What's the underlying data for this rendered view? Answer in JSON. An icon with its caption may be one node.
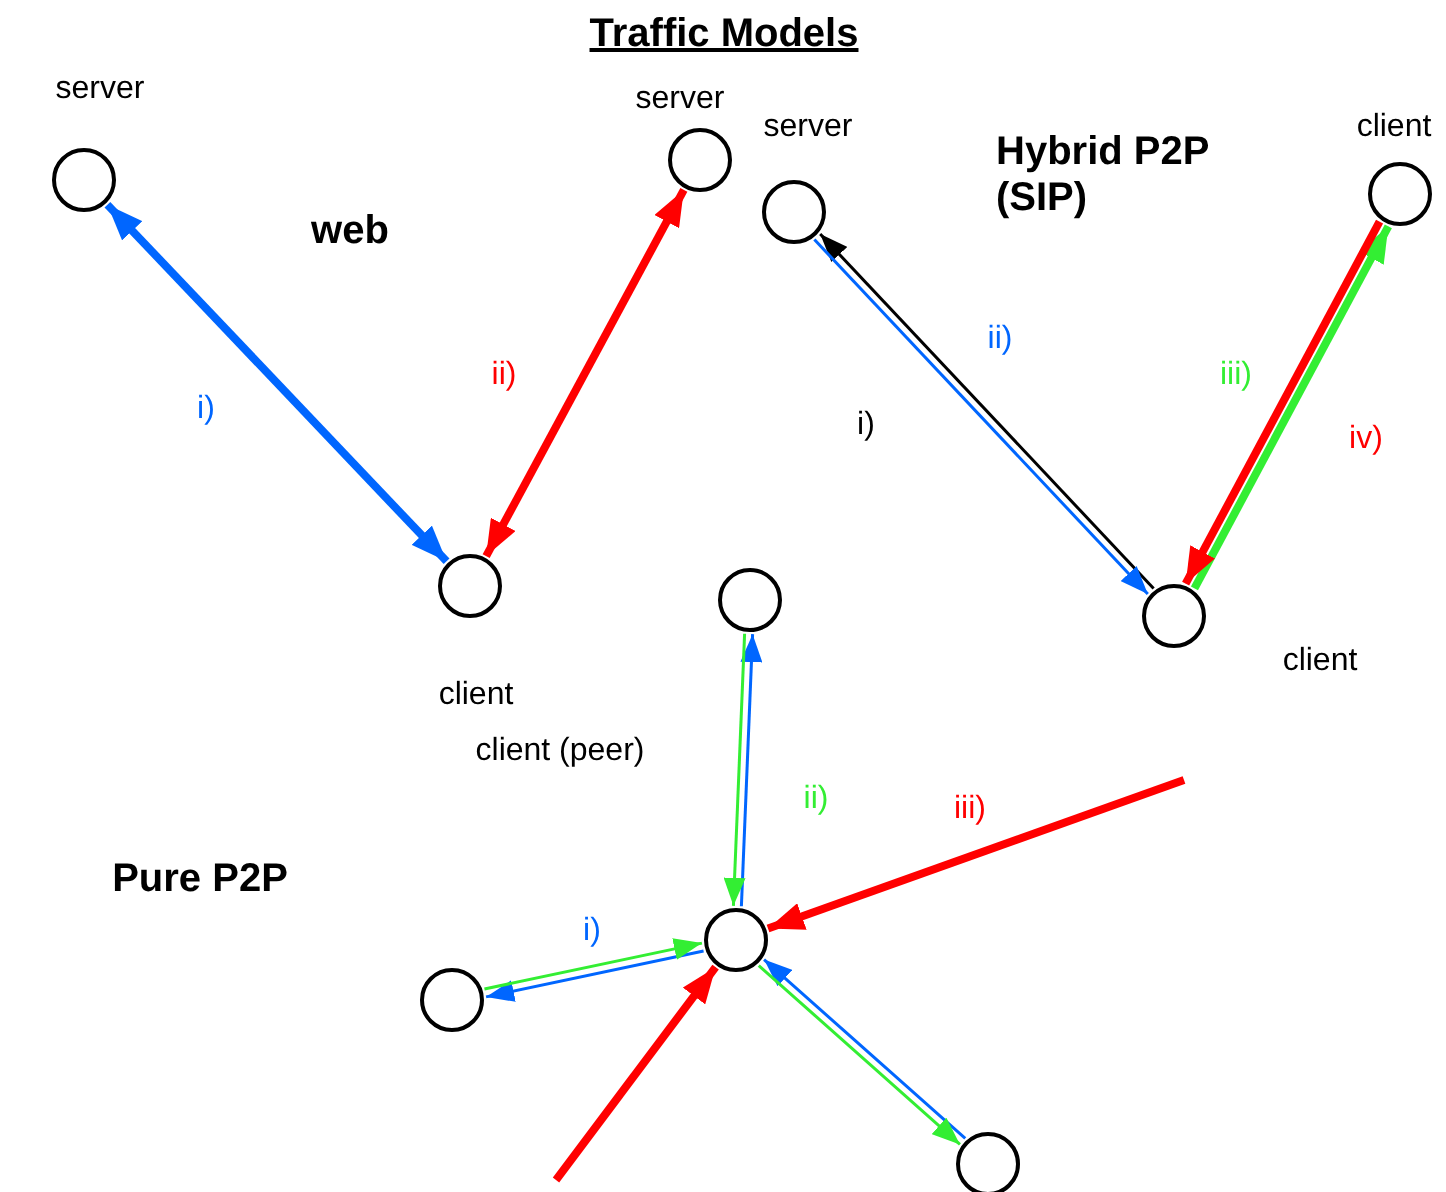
{
  "diagram": {
    "title": "Traffic Models",
    "nodes": [
      {
        "text": [],
        "shape": "circle",
        "beside": [
          "server"
        ]
      },
      {
        "text": [],
        "shape": "circle",
        "beside": [
          "server"
        ]
      },
      {
        "text": [],
        "shape": "circle",
        "beside": [
          "client"
        ]
      },
      {
        "text": [],
        "shape": "circle",
        "beside": [
          "server"
        ]
      },
      {
        "text": [],
        "shape": "circle",
        "beside": [
          "client"
        ]
      },
      {
        "text": [],
        "shape": "circle",
        "beside": [
          "client"
        ]
      },
      {
        "text": [],
        "shape": "circle"
      },
      {
        "text": [],
        "shape": "circle"
      },
      {
        "text": [],
        "shape": "circle"
      },
      {
        "text": [],
        "shape": "circle"
      }
    ],
    "edges": [
      {
        "from": 2,
        "to": 0,
        "arrow": "both",
        "label": "i)",
        "color": "#0066ff",
        "style": "thick"
      },
      {
        "from": 2,
        "to": 1,
        "arrow": "both",
        "label": "ii)",
        "color": "#ff0000",
        "style": "thick"
      },
      {
        "from": 5,
        "to": 3,
        "arrow": "to",
        "label": "i)",
        "color": "#000000"
      },
      {
        "from": 3,
        "to": 5,
        "arrow": "to",
        "label": "ii)",
        "color": "#0066ff"
      },
      {
        "from": 5,
        "to": 4,
        "arrow": "to",
        "label": "iii)",
        "color": "#33ee33",
        "style": "thick"
      },
      {
        "from": 4,
        "to": 5,
        "arrow": "to",
        "label": "iv)",
        "color": "#ff0000",
        "style": "thick"
      },
      {
        "from": 7,
        "to": 8,
        "arrow": "to",
        "label": "i)",
        "color": "#0066ff"
      },
      {
        "from": 8,
        "to": 7,
        "arrow": "to",
        "color": "#33ee33"
      },
      {
        "from": 7,
        "to": 6,
        "arrow": "to",
        "color": "#0066ff"
      },
      {
        "from": 6,
        "to": 7,
        "arrow": "to",
        "label": "ii)",
        "color": "#33ee33"
      },
      {
        "from": 9,
        "to": 7,
        "arrow": "to",
        "color": "#0066ff"
      },
      {
        "from": 7,
        "to": 9,
        "arrow": "to",
        "color": "#33ee33"
      },
      {
        "from": null,
        "to": 7,
        "arrow": "to",
        "label": "iii)",
        "color": "#ff0000",
        "style": "thick"
      },
      {
        "from": null,
        "to": 7,
        "arrow": "to",
        "color": "#ff0000",
        "style": "thick"
      }
    ],
    "labels": [
      "web",
      "Hybrid P2P (SIP)",
      "client (peer)",
      "Pure P2P"
    ]
  }
}
